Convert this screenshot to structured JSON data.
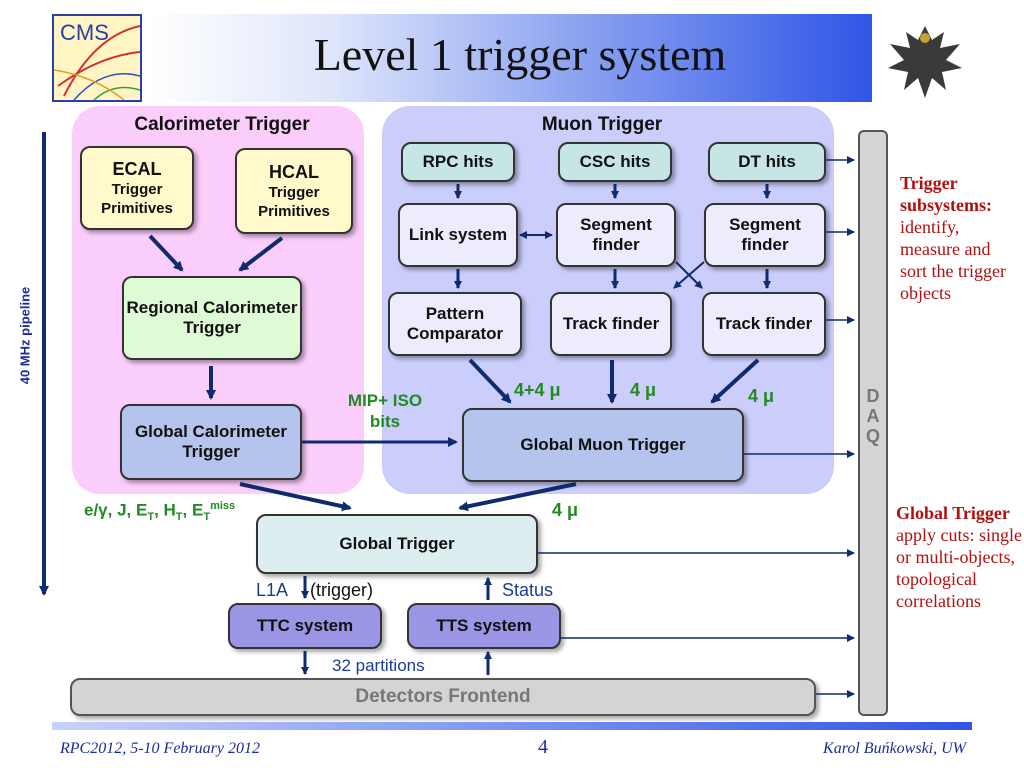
{
  "slide": {
    "title": "Level 1 trigger system",
    "logo_text": "CMS",
    "page_number": "4",
    "footer_left": "RPC2012, 5-10 February 2012",
    "footer_right": "Karol Buńkowski, UW"
  },
  "pipeline_label": "40 MHz pipeline",
  "calorimeter": {
    "title": "Calorimeter Trigger",
    "ecal_name": "ECAL",
    "ecal_sub": "Trigger Primitives",
    "hcal_name": "HCAL",
    "hcal_sub": "Trigger Primitives",
    "regional": "Regional Calorimeter Trigger",
    "global": "Global Calorimeter Trigger"
  },
  "muon": {
    "title": "Muon Trigger",
    "rpc_hits": "RPC hits",
    "csc_hits": "CSC hits",
    "dt_hits": "DT hits",
    "link_system": "Link system",
    "csc_segment": "Segment finder",
    "dt_segment": "Segment finder",
    "pattern_comparator": "Pattern Comparator",
    "csc_track": "Track finder",
    "dt_track": "Track finder",
    "global": "Global Muon Trigger"
  },
  "labels": {
    "mu_44": "4+4 μ",
    "mu_4_csc": "4 μ",
    "mu_4_dt": "4 μ",
    "mip_iso": "MIP+ ISO bits",
    "calo_objects_prefix": "e/γ, J, E",
    "calo_objects_full": "e/γ, J, E_T, H_T, E_T^miss",
    "mu_4_global": "4 μ",
    "l1a": "L1A",
    "trigger": "(trigger)",
    "status": "Status",
    "partitions": "32 partitions"
  },
  "global_trigger": "Global Trigger",
  "ttc": "TTC system",
  "tts": "TTS system",
  "frontend": "Detectors  Frontend",
  "daq": [
    "D",
    "A",
    "Q"
  ],
  "notes": {
    "subsystems_title": "Trigger subsystems:",
    "subsystems_body": "identify, measure and sort the trigger objects",
    "global_title": "Global Trigger",
    "global_body": "apply cuts: single or multi-objects, topological correlations"
  },
  "colors": {
    "arrow": "#0f2b6e",
    "green_label": "#218a21",
    "red_text": "#b01010",
    "header_blue": "#2f55e6"
  }
}
